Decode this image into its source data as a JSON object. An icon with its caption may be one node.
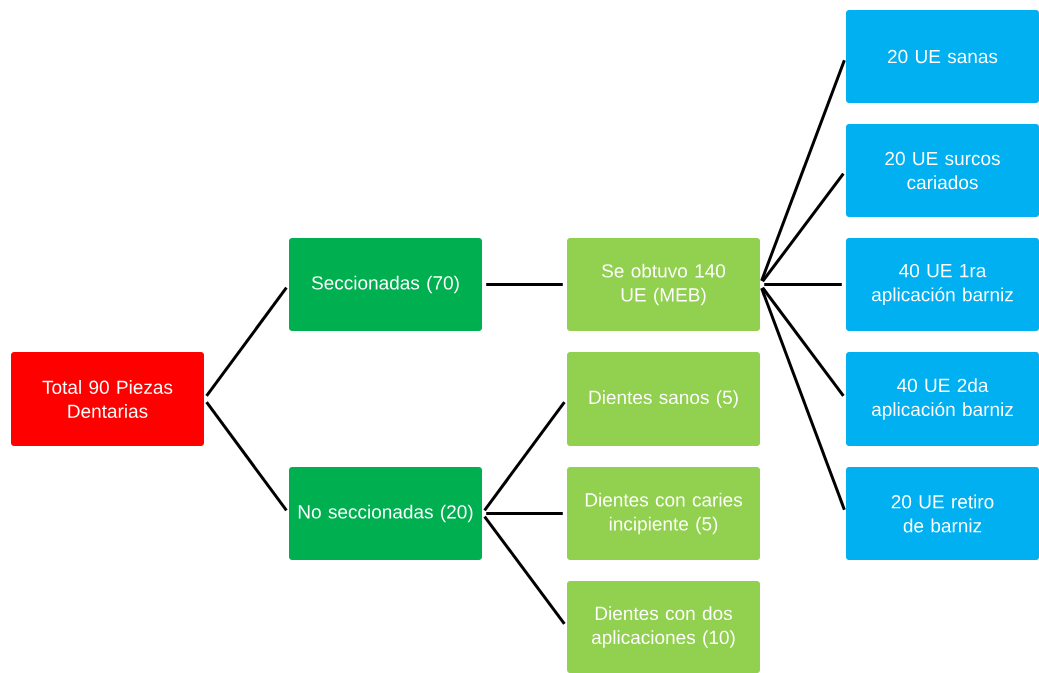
{
  "diagram": {
    "nodes": [
      {
        "text": [
          "Total 90 Piezas Dentarias"
        ]
      },
      {
        "text": [
          "Seccionadas (70)"
        ]
      },
      {
        "text": [
          "No seccionadas (20)"
        ]
      },
      {
        "text": [
          "Se obtuvo 140 UE (MEB)"
        ]
      },
      {
        "text": [
          "Dientes sanos (5)"
        ]
      },
      {
        "text": [
          "Dientes con caries incipiente (5)"
        ]
      },
      {
        "text": [
          "Dientes con dos aplicaciones (10)"
        ]
      },
      {
        "text": [
          "20 UE sanas"
        ]
      },
      {
        "text": [
          "20 UE surcos cariados"
        ]
      },
      {
        "text": [
          "40 UE 1ra aplicación barniz"
        ]
      },
      {
        "text": [
          "40 UE 2da aplicación barniz"
        ]
      },
      {
        "text": [
          "20 UE retiro de barniz"
        ]
      }
    ],
    "edges": [
      {
        "from": 0,
        "to": 1,
        "arrow": "none"
      },
      {
        "from": 0,
        "to": 2,
        "arrow": "none"
      },
      {
        "from": 1,
        "to": 3,
        "arrow": "none"
      },
      {
        "from": 2,
        "to": 4,
        "arrow": "none"
      },
      {
        "from": 2,
        "to": 5,
        "arrow": "none"
      },
      {
        "from": 2,
        "to": 6,
        "arrow": "none"
      },
      {
        "from": 3,
        "to": 7,
        "arrow": "none"
      },
      {
        "from": 3,
        "to": 8,
        "arrow": "none"
      },
      {
        "from": 3,
        "to": 9,
        "arrow": "none"
      },
      {
        "from": 3,
        "to": 10,
        "arrow": "none"
      },
      {
        "from": 3,
        "to": 11,
        "arrow": "none"
      }
    ]
  }
}
